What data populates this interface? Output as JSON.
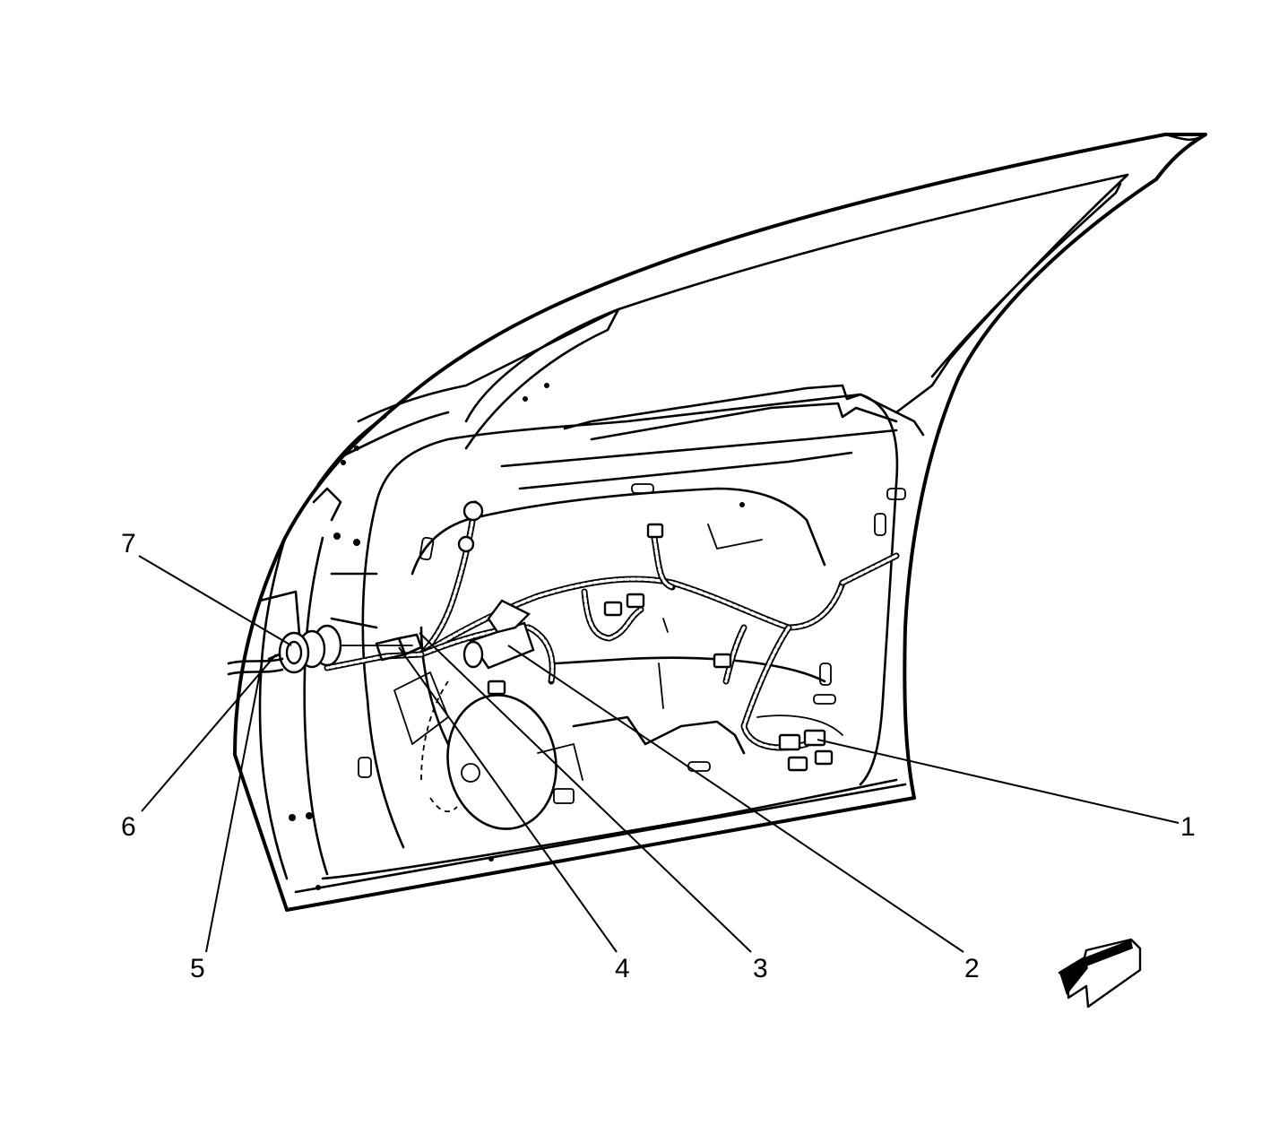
{
  "callouts": [
    "1",
    "2",
    "3",
    "4",
    "5",
    "6",
    "7"
  ],
  "icons": {
    "view_direction": "view-direction-arrow-icon"
  },
  "colors": {
    "line": "#000000",
    "background": "#ffffff"
  }
}
